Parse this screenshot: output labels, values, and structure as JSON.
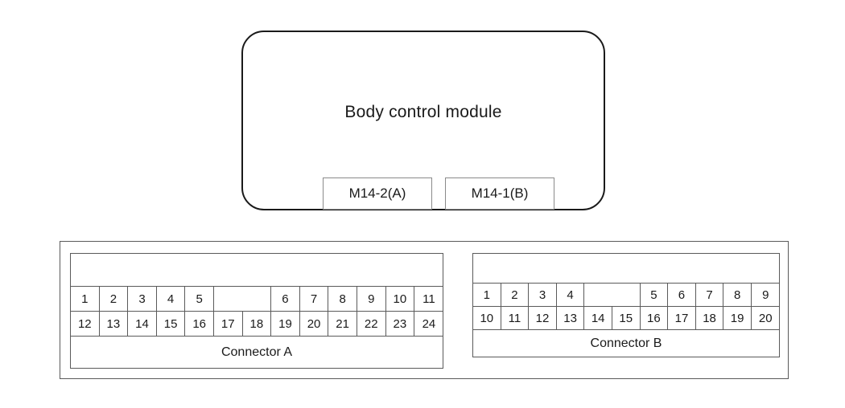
{
  "module": {
    "title": "Body control module",
    "tabs": [
      {
        "name": "connector-tab-a",
        "label": "M14-2(A)"
      },
      {
        "name": "connector-tab-b",
        "label": "M14-1(B)"
      }
    ]
  },
  "connectors": [
    {
      "id": "a",
      "label": "Connector A",
      "cell_unit": 35.6,
      "rows": [
        {
          "name": "connector-a-row-top",
          "cells": [
            {
              "text": "1",
              "span": 1
            },
            {
              "text": "2",
              "span": 1
            },
            {
              "text": "3",
              "span": 1
            },
            {
              "text": "4",
              "span": 1
            },
            {
              "text": "5",
              "span": 1
            },
            {
              "text": "",
              "span": 2
            },
            {
              "text": "6",
              "span": 1
            },
            {
              "text": "7",
              "span": 1
            },
            {
              "text": "8",
              "span": 1
            },
            {
              "text": "9",
              "span": 1
            },
            {
              "text": "10",
              "span": 1
            },
            {
              "text": "11",
              "span": 1
            }
          ]
        },
        {
          "name": "connector-a-row-bottom",
          "cells": [
            {
              "text": "12",
              "span": 1
            },
            {
              "text": "13",
              "span": 1
            },
            {
              "text": "14",
              "span": 1
            },
            {
              "text": "15",
              "span": 1
            },
            {
              "text": "16",
              "span": 1
            },
            {
              "text": "17",
              "span": 1
            },
            {
              "text": "18",
              "span": 1
            },
            {
              "text": "19",
              "span": 1
            },
            {
              "text": "20",
              "span": 1
            },
            {
              "text": "21",
              "span": 1
            },
            {
              "text": "22",
              "span": 1
            },
            {
              "text": "23",
              "span": 1
            },
            {
              "text": "24",
              "span": 1
            }
          ]
        }
      ]
    },
    {
      "id": "b",
      "label": "Connector B",
      "cell_unit": 34.6,
      "rows": [
        {
          "name": "connector-b-row-top",
          "cells": [
            {
              "text": "1",
              "span": 1
            },
            {
              "text": "2",
              "span": 1
            },
            {
              "text": "3",
              "span": 1
            },
            {
              "text": "4",
              "span": 1
            },
            {
              "text": "",
              "span": 2
            },
            {
              "text": "5",
              "span": 1
            },
            {
              "text": "6",
              "span": 1
            },
            {
              "text": "7",
              "span": 1
            },
            {
              "text": "8",
              "span": 1
            },
            {
              "text": "9",
              "span": 1
            }
          ]
        },
        {
          "name": "connector-b-row-bottom",
          "cells": [
            {
              "text": "10",
              "span": 1
            },
            {
              "text": "11",
              "span": 1
            },
            {
              "text": "12",
              "span": 1
            },
            {
              "text": "13",
              "span": 1
            },
            {
              "text": "14",
              "span": 1
            },
            {
              "text": "15",
              "span": 1
            },
            {
              "text": "16",
              "span": 1
            },
            {
              "text": "17",
              "span": 1
            },
            {
              "text": "18",
              "span": 1
            },
            {
              "text": "19",
              "span": 1
            },
            {
              "text": "20",
              "span": 1
            }
          ]
        }
      ]
    }
  ],
  "colors": {
    "outline": "#1a1a1a",
    "grid_line": "#5a5a5a",
    "tab_border": "#8a8a8a",
    "background": "#ffffff"
  }
}
